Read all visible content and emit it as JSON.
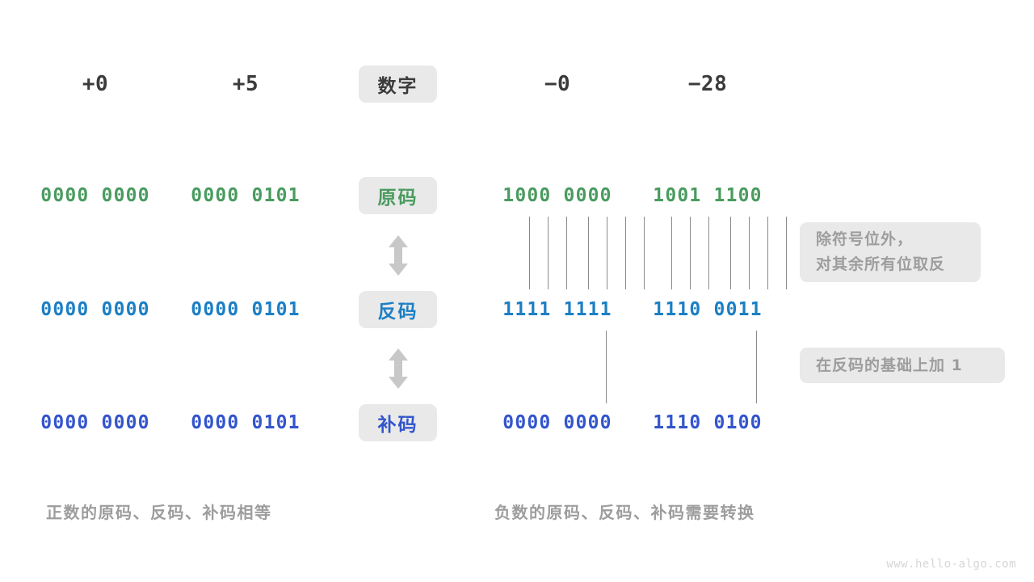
{
  "page": {
    "background": "#ffffff",
    "watermark": "www.hello-algo.com"
  },
  "colors": {
    "text_dark": "#3b3b3b",
    "green": "#4a9b5f",
    "blue": "#1c7fc4",
    "indigo": "#3355cc",
    "muted": "#9d9d9d",
    "pill_bg": "#e9e9e9",
    "line": "#8a8a8a",
    "arrow": "#c8c8c8"
  },
  "row_labels": [
    {
      "text": "数字",
      "tone": "dark"
    },
    {
      "text": "原码",
      "tone": "green"
    },
    {
      "text": "反码",
      "tone": "blue"
    },
    {
      "text": "补码",
      "tone": "indigo"
    }
  ],
  "header": {
    "numbers": [
      "+0",
      "+5",
      "−0",
      "−28"
    ]
  },
  "rows": [
    {
      "name": "true-form",
      "label": "原码",
      "tone": "green",
      "values": [
        "0000 0000",
        "0000 0101",
        "1000 0000",
        "1001 1100"
      ]
    },
    {
      "name": "ones-complement",
      "label": "反码",
      "tone": "blue",
      "values": [
        "0000 0000",
        "0000 0101",
        "1111 1111",
        "1110 0011"
      ]
    },
    {
      "name": "twos-complement",
      "label": "补码",
      "tone": "indigo",
      "values": [
        "0000 0000",
        "0000 0101",
        "0000 0000",
        "1110 0100"
      ]
    }
  ],
  "notes": [
    {
      "name": "invert-note",
      "lines": [
        "除符号位外，",
        "对其余所有位取反"
      ]
    },
    {
      "name": "add-one-note",
      "lines": [
        "在反码的基础上加 1"
      ]
    }
  ],
  "captions": {
    "left": "正数的原码、反码、补码相等",
    "right": "负数的原码、反码、补码需要转换"
  },
  "arrows": {
    "name": "double-headed-arrow",
    "count": 2
  }
}
